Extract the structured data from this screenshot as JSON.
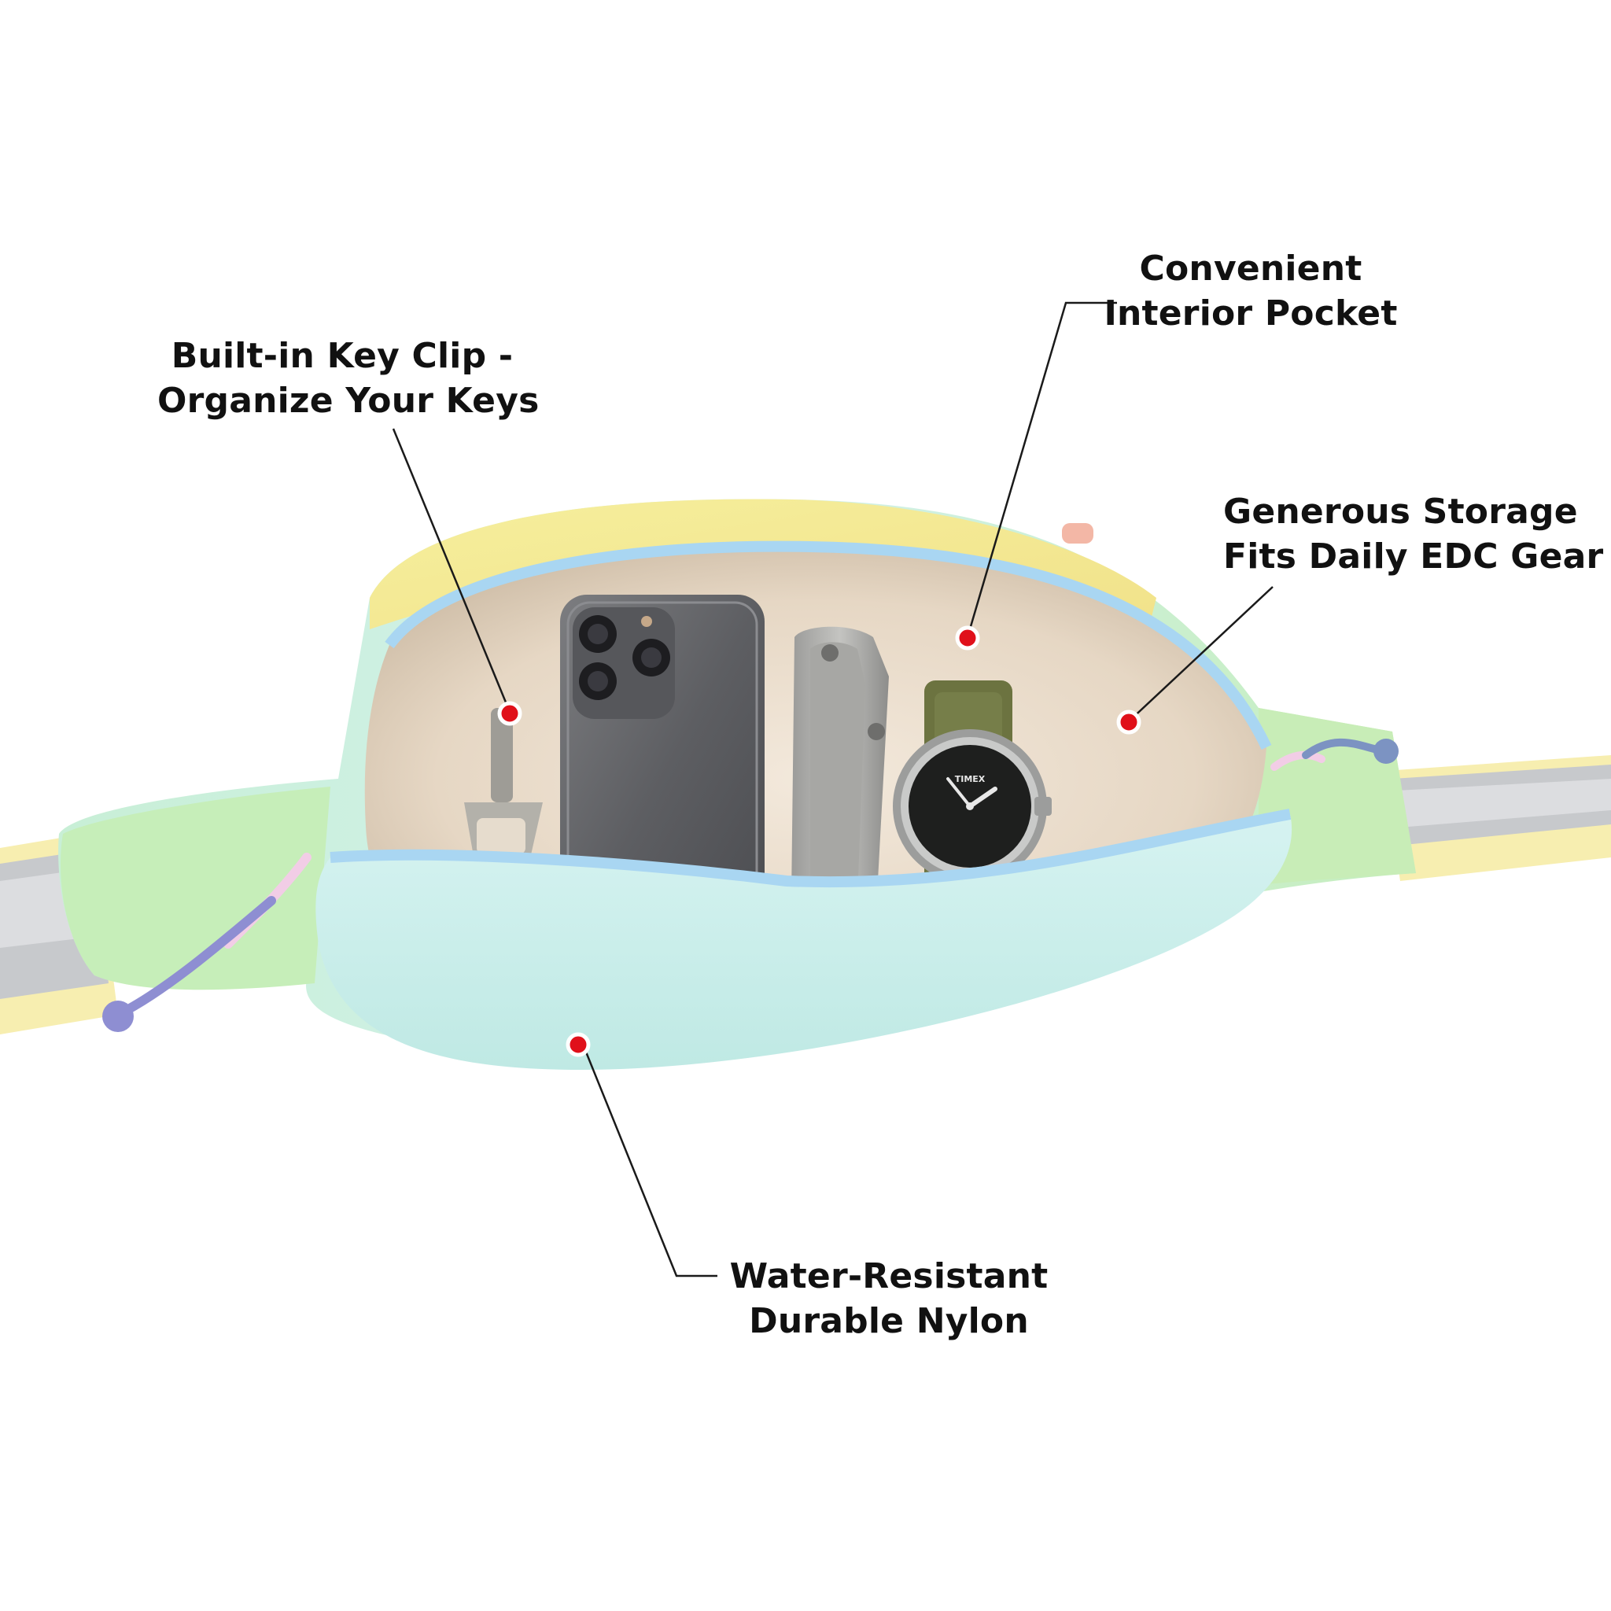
{
  "callouts": {
    "key_clip": {
      "line1": "Built-in Key Clip -",
      "line2": "Organize Your Keys"
    },
    "interior_pocket": {
      "line1": "Convenient",
      "line2": "Interior Pocket"
    },
    "storage": {
      "line1": "Generous Storage",
      "line2": "Fits Daily EDC Gear"
    },
    "nylon": {
      "line1": "Water-Resistant",
      "line2": "Durable Nylon"
    }
  },
  "watch_face": {
    "brand": "TIMEX"
  },
  "colors": {
    "marker": "#e0101a",
    "leader_line": "#1a1a1a",
    "bag_yellow": "#f6ec9a",
    "bag_aqua": "#ccefe9",
    "bag_green": "#c8edb0",
    "lining": "#e9dccb",
    "zipper": "#a9d6f2"
  }
}
